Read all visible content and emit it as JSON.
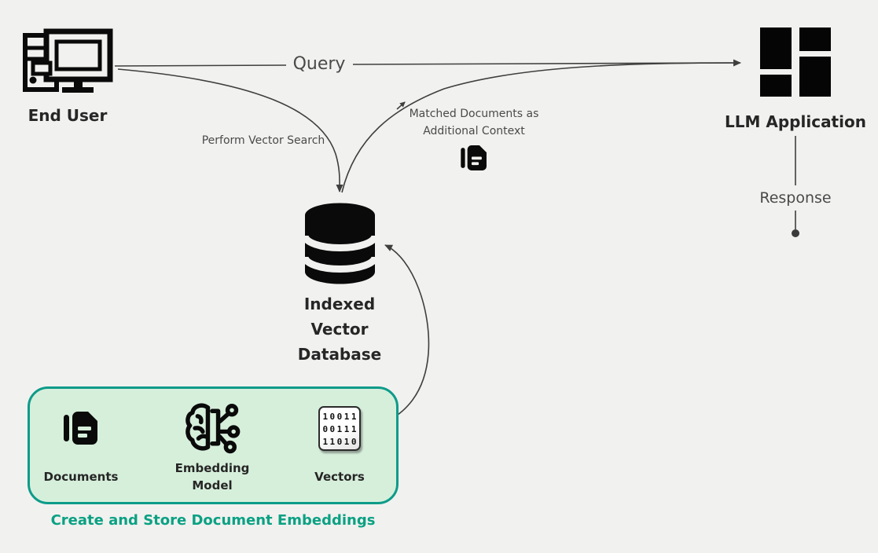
{
  "title": "RAG architecture diagram",
  "colors": {
    "background": "#f1f1ef",
    "line": "#3f3f3f",
    "text_muted": "#4a4a4a",
    "text_dark": "#262626",
    "icon_black": "#0a0a0a",
    "green_accent": "#0aa183",
    "green_box_border": "#0d9b8a",
    "green_box_fill": "#d6efdb"
  },
  "nodes": {
    "end_user": {
      "label": "End User",
      "icon": "desktop-computer-icon"
    },
    "llm_app": {
      "label": "LLM Application",
      "icon": "app-grid-icon"
    },
    "vector_db": {
      "label_lines": [
        "Indexed",
        "Vector",
        "Database"
      ],
      "icon": "database-icon"
    },
    "matched_docs": {
      "label_lines": [
        "Matched Documents as",
        "Additional Context"
      ],
      "icon": "documents-icon"
    }
  },
  "edges": {
    "query": {
      "label": "Query"
    },
    "vector_search": {
      "label": "Perform Vector Search"
    },
    "response": {
      "label": "Response"
    }
  },
  "pipeline": {
    "caption": "Create and Store Document Embeddings",
    "steps": [
      {
        "label_lines": [
          "Documents"
        ],
        "icon": "documents-icon"
      },
      {
        "label_lines": [
          "Embedding",
          "Model"
        ],
        "icon": "brain-circuit-icon"
      },
      {
        "label_lines": [
          "Vectors"
        ],
        "icon": "binary-matrix-icon"
      }
    ],
    "vector_matrix_rows": [
      "10011",
      "00111",
      "11010"
    ]
  }
}
